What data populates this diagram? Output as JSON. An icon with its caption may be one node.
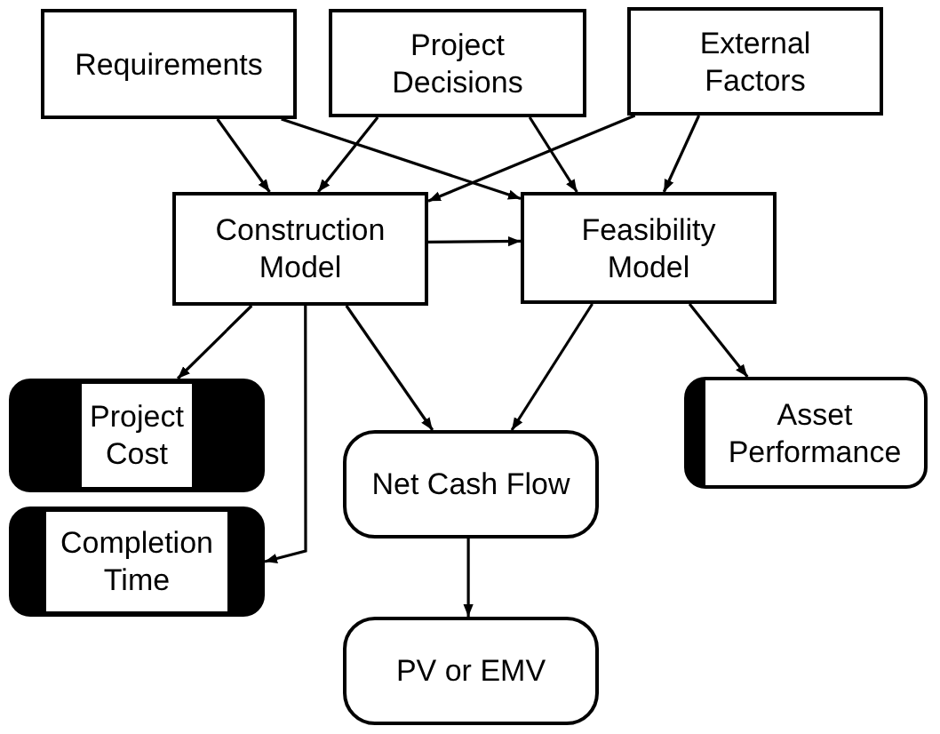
{
  "diagram": {
    "nodes": [
      {
        "text": [
          "Requirements"
        ]
      },
      {
        "text": [
          "Project Decisions"
        ]
      },
      {
        "text": [
          "External Factors"
        ]
      },
      {
        "text": [
          "Construction Model"
        ]
      },
      {
        "text": [
          "Feasibility Model"
        ]
      },
      {
        "text": [
          "Project Cost"
        ]
      },
      {
        "text": [
          "Completion Time"
        ]
      },
      {
        "text": [
          "Net Cash Flow"
        ]
      },
      {
        "text": [
          "Asset Performance"
        ]
      },
      {
        "text": [
          "PV or EMV"
        ]
      }
    ],
    "edges": [
      {
        "from": 0,
        "to": 3,
        "arrow": "to"
      },
      {
        "from": 0,
        "to": 4,
        "arrow": "to"
      },
      {
        "from": 1,
        "to": 3,
        "arrow": "to"
      },
      {
        "from": 1,
        "to": 4,
        "arrow": "to"
      },
      {
        "from": 2,
        "to": 3,
        "arrow": "to"
      },
      {
        "from": 2,
        "to": 4,
        "arrow": "to"
      },
      {
        "from": 3,
        "to": 4,
        "arrow": "to"
      },
      {
        "from": 3,
        "to": 5,
        "arrow": "to"
      },
      {
        "from": 3,
        "to": 6,
        "arrow": "to"
      },
      {
        "from": 3,
        "to": 7,
        "arrow": "to"
      },
      {
        "from": 4,
        "to": 7,
        "arrow": "to"
      },
      {
        "from": 4,
        "to": 8,
        "arrow": "to"
      },
      {
        "from": 7,
        "to": 9,
        "arrow": "to"
      }
    ]
  }
}
